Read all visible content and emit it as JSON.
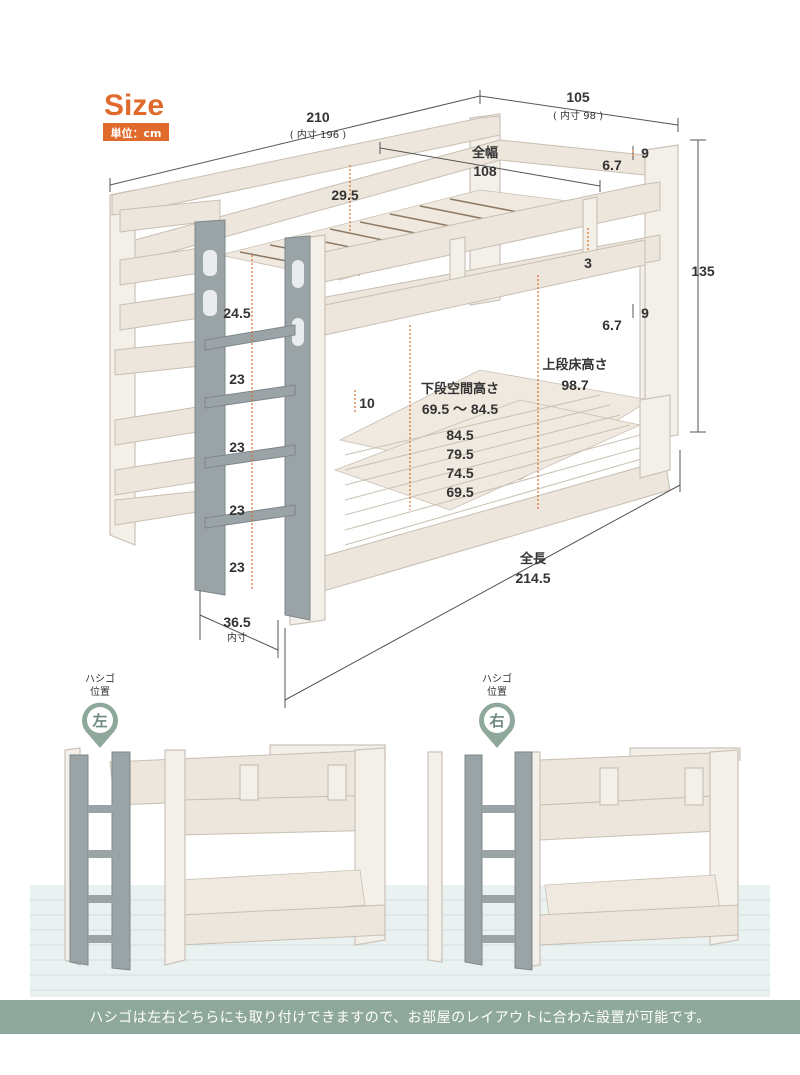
{
  "header": {
    "title": "Size",
    "unit_label": "単位：cm"
  },
  "dimensions": {
    "width_total": "210",
    "width_inner": "( 内寸 196 )",
    "depth_total": "105",
    "depth_inner": "( 内寸  98  )",
    "full_width_label": "全幅",
    "full_width_value": "108",
    "height_total": "135",
    "guard_top_a": "9",
    "guard_top_b": "6.7",
    "guard_mid_a": "9",
    "guard_mid_b": "6.7",
    "rail_gap": "3",
    "upper_guard_height": "29.5",
    "ladder_top": "24.5",
    "ladder_step_1": "23",
    "ladder_step_2": "23",
    "ladder_step_3": "23",
    "ladder_step_4": "23",
    "ladder_width": "36.5",
    "ladder_width_note": "内寸",
    "lower_offset": "10",
    "lower_space_label": "下段空間高さ",
    "lower_space_range": "69.5 ～ 84.5",
    "lower_space_options": [
      "84.5",
      "79.5",
      "74.5",
      "69.5"
    ],
    "upper_floor_label": "上段床高さ",
    "upper_floor_value": "98.7",
    "length_label": "全長",
    "length_value": "214.5"
  },
  "variants": {
    "left": {
      "title": "ハシゴ\n位置",
      "line1": "ハシゴ",
      "line2": "位置",
      "badge": "左"
    },
    "right": {
      "title": "ハシゴ\n位置",
      "line1": "ハシゴ",
      "line2": "位置",
      "badge": "右"
    }
  },
  "caption": "ハシゴは左右どちらにも取り付けできますので、お部屋のレイアウトに合わた設置が可能です。",
  "colors": {
    "accent": "#e06a2b",
    "badge": "#8fa89c",
    "ladder": "#9aa3a6",
    "wood": "#f3efe9"
  }
}
